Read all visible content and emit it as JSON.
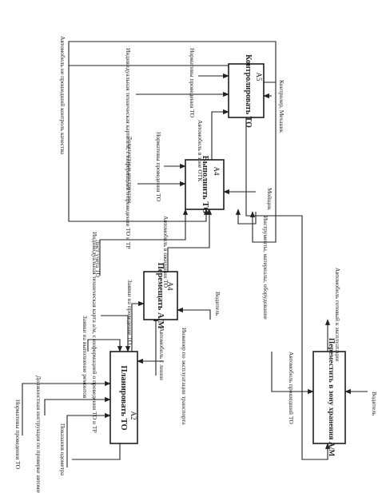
{
  "blocks": {
    "a2": {
      "title": "Планировать ТО",
      "code": "А2"
    },
    "a4": {
      "title": "Перемещать А/М",
      "code": "А4"
    },
    "a_exec": {
      "title": "Выполнить ТО",
      "code": "А4"
    },
    "a5": {
      "title": "Контролировать ТО",
      "code": "А5"
    },
    "a_store": {
      "title": "Переместить в зону хранения А/М",
      "code": ""
    }
  },
  "labels": {
    "norms_left": "Нормативы проведения ТО",
    "job_instr_check": "Должностная инструкция по проверке автомобиля",
    "odometer": "Показания одометра",
    "repair_requests": "Заявки на выполнение ремонтов",
    "tech_card_a2": "Индивидуальная техническая карта а/м, с информацией о проведении ТО и ТР",
    "inspection_requests": "Заявки на проведение ТО",
    "maint_list": "Лист учета ТО",
    "car_from_line": "Автомобиль с линии",
    "transport_engineer": "Инженер по эксплуатации транспорта",
    "driver_a4": "Водитель",
    "car_to_zone": "Автомобиль в ожидании ТО",
    "car_passed_to": "Автомобиль прошедший ТО",
    "driver_store": "Водитель",
    "car_ready": "Автомобиль готовый к эксплуатации",
    "tools": "Инструменты, материалы, оборудование",
    "washer": "Мойщик",
    "job_instr": "Должностные инструкции",
    "norms_mid": "Нормативы проведения ТО",
    "car_in_otk": "Автомобиль в зоне ОТК",
    "tech_card_a5": "Индивидуальная техническая карта а/м, с информацией о проведении ТО и ТР",
    "norms_top": "Нормативы проведения ТО",
    "controller": "Контролер, Механик",
    "car_quality": "Автомобиль не прошедший контроль качества"
  }
}
